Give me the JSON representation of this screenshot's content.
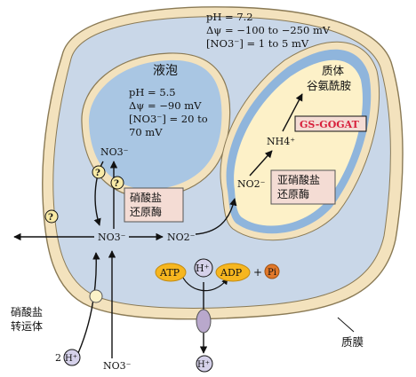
{
  "cytosol": {
    "ph": "pH = 7.2",
    "dpsi": "Δψ = −100 to −250 mV",
    "no3": "[NO3⁻] = 1 to 5 mV"
  },
  "vacuole": {
    "title": "液泡",
    "ph": "pH = 5.5",
    "dpsi": "Δψ = −90 mV",
    "no3_line1": "[NO3⁻] = 20 to",
    "no3_line2": "70 mV",
    "nitrate_label": "NO3⁻"
  },
  "plastid": {
    "title_line1": "质体",
    "title_line2": "谷氨酰胺",
    "gs_gogat": "GS-GOGAT",
    "nh4": "NH4⁺",
    "no2": "NO2⁻",
    "nitrite_reductase_line1": "亚硝酸盐",
    "nitrite_reductase_line2": "还原酶"
  },
  "cytoplasm_species": {
    "no3_center": "NO3⁻",
    "no2_center": "NO2⁻",
    "nitrate_reductase_line1": "硝酸盐",
    "nitrate_reductase_line2": "还原酶"
  },
  "membrane": {
    "atp": "ATP",
    "h_plus": "H⁺",
    "adp": "ADP",
    "plus": "+",
    "pi": "Pi",
    "question_mark": "?",
    "transporter_line1": "硝酸盐",
    "transporter_line2": "转运体",
    "proton_stoich": "2",
    "no3_outside": "NO3⁻",
    "h_outside": "H⁺",
    "plasma_membrane": "质膜"
  },
  "colors": {
    "cell_fill": "#c9d7e8",
    "cell_wall": "#f3e2bd",
    "cell_stroke": "#8a7a55",
    "vacuole_fill": "#a9c6e3",
    "plastid_inner": "#fdf1c8",
    "plastid_outer_membrane": "#8fb5dc",
    "enzyme_box": "#f4dcd4",
    "gs_gogat_text": "#d8203c",
    "atp_fill": "#f6b61f",
    "hplus_fill": "#d5d1ea",
    "pi_fill": "#e0782a",
    "pump_fill": "#b9a8cc",
    "transporter_fill": "#fbf2c8"
  }
}
